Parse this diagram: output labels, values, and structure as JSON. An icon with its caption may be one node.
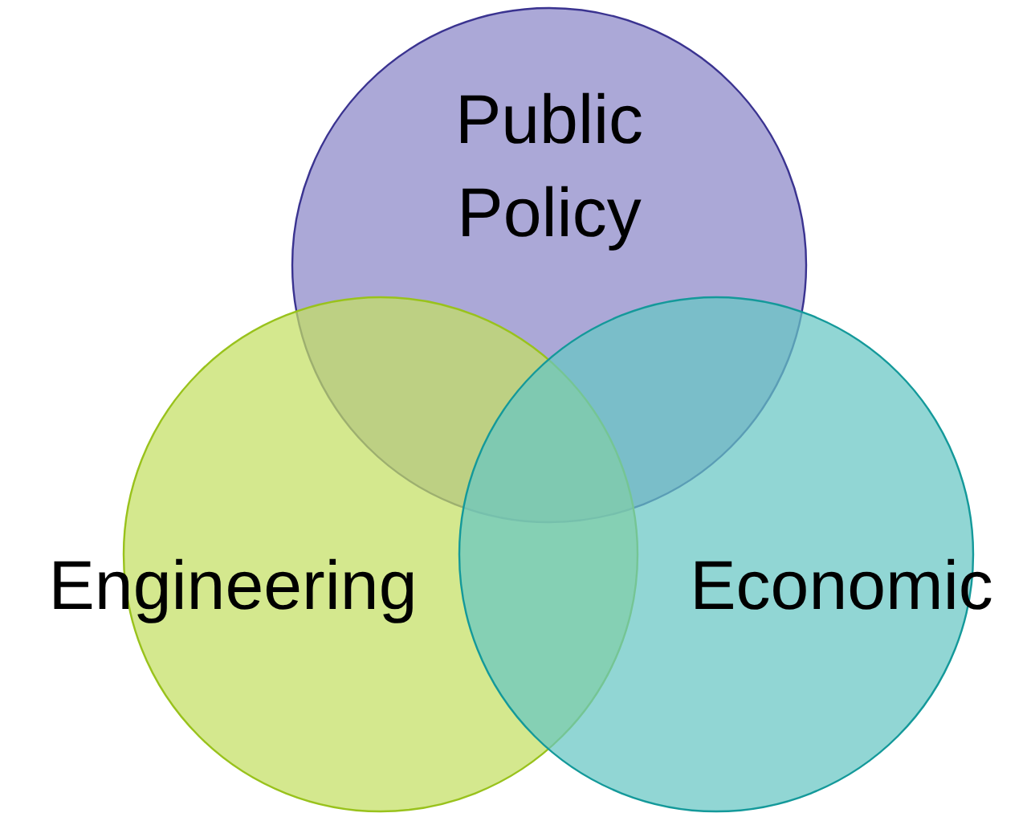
{
  "diagram": {
    "nodes": [
      {
        "text": [
          "Public Policy"
        ]
      },
      {
        "text": [
          "Engineering"
        ]
      },
      {
        "text": [
          "Economic"
        ]
      }
    ]
  }
}
